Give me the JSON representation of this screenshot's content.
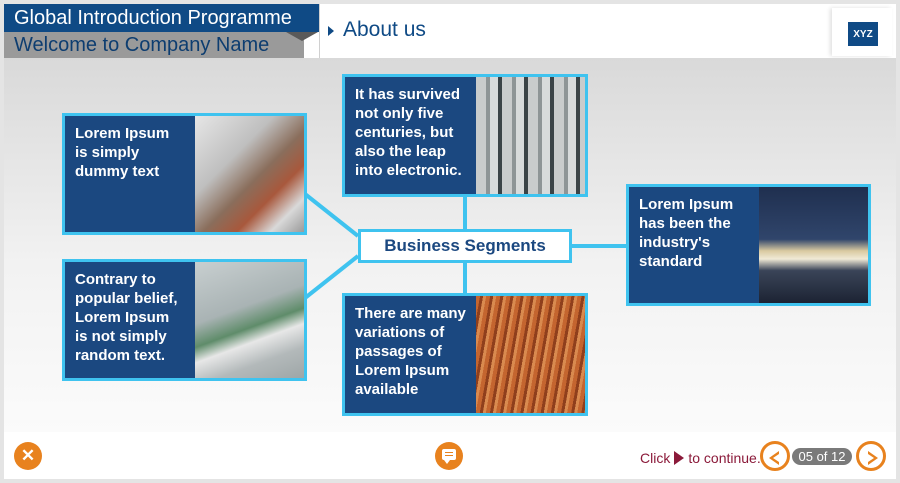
{
  "header": {
    "course_title": "Global Introduction Programme",
    "course_subtitle": "Welcome to Company Name",
    "page_heading": "About us",
    "logo_text": "XYZ"
  },
  "diagram": {
    "center_label": "Business Segments",
    "cards": [
      {
        "text": "Lorem Ipsum is simply dummy text",
        "image": "building-balconies-photo"
      },
      {
        "text": "Contrary to popular belief, Lorem Ipsum is not simply random text.",
        "image": "boat-bow-photo"
      },
      {
        "text": "It has survived not only five centuries, but also the leap into electronic.",
        "image": "electrical-terminals-photo"
      },
      {
        "text": "There are many variations of passages of Lorem Ipsum available",
        "image": "cable-reel-photo"
      },
      {
        "text": "Lorem Ipsum has been the industry's standard",
        "image": "modern-building-night-photo"
      }
    ]
  },
  "footer": {
    "click_prefix": "Click",
    "click_suffix": "to continue.",
    "page_counter": "05 of 12",
    "close_icon": "close-icon",
    "notes_icon": "notes-icon",
    "prev_icon": "prev-arrow-icon",
    "next_icon": "next-arrow-icon"
  },
  "colors": {
    "brand_blue": "#0f4a85",
    "card_blue": "#1b4880",
    "card_border": "#3fc3ef",
    "accent_orange": "#e8821e",
    "continue_text": "#8b1a3a"
  }
}
